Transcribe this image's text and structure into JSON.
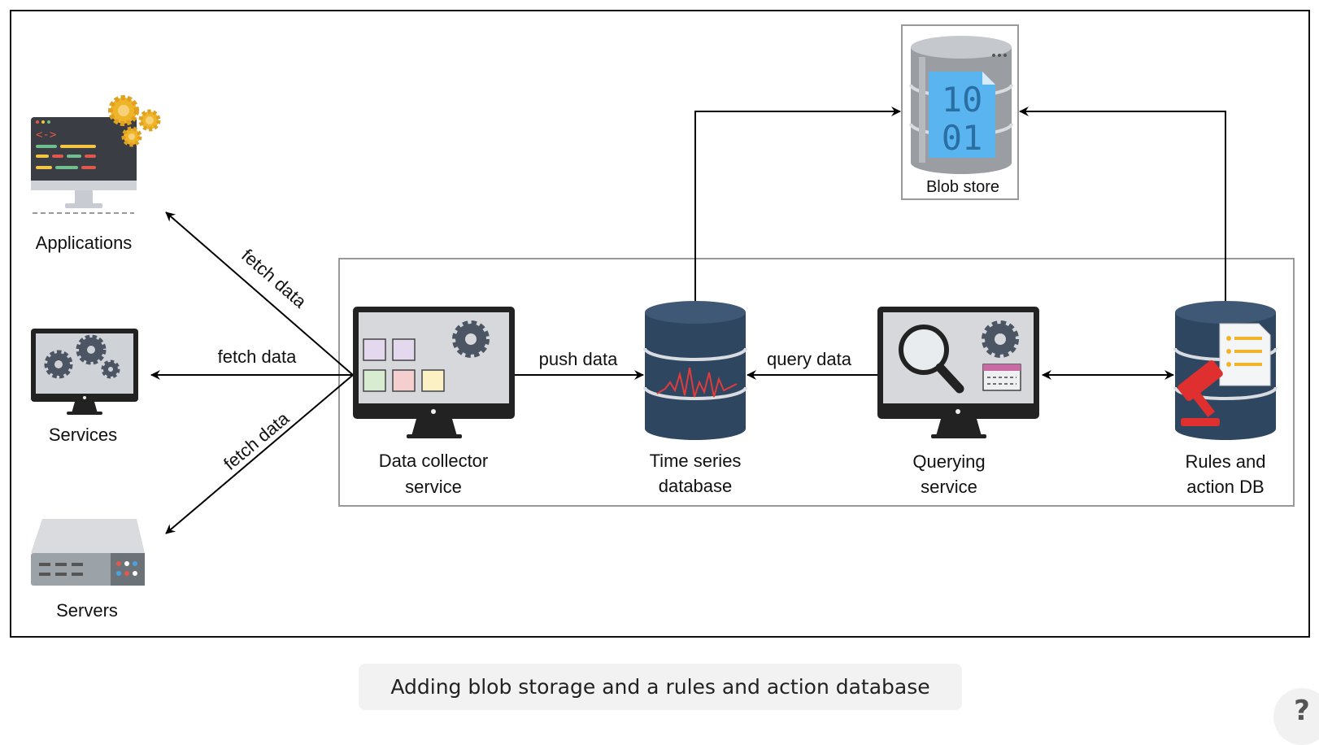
{
  "diagram": {
    "nodes": {
      "applications": "Applications",
      "services": "Services",
      "servers": "Servers",
      "collector_l1": "Data collector",
      "collector_l2": "service",
      "tsdb_l1": "Time series",
      "tsdb_l2": "database",
      "query_l1": "Querying",
      "query_l2": "service",
      "rules_l1": "Rules and",
      "rules_l2": "action DB",
      "blob": "Blob store",
      "blob_bits_top": "10",
      "blob_bits_bottom": "01"
    },
    "edges": {
      "fetch_applications": "fetch data",
      "fetch_services": "fetch data",
      "fetch_servers": "fetch data",
      "push": "push data",
      "query": "query data"
    }
  },
  "caption": "Adding blob storage and a rules and action database",
  "help_icon": "?"
}
